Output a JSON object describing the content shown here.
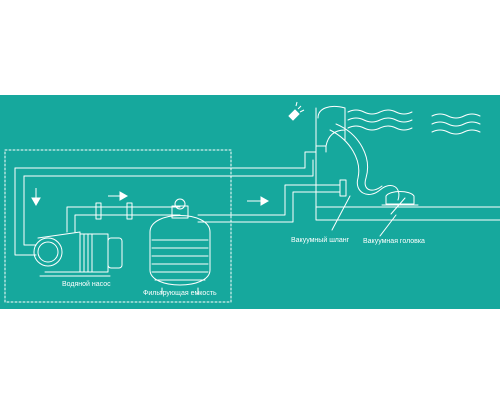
{
  "colors": {
    "background": "#ffffff",
    "band": "#16a89d",
    "line": "#ffffff"
  },
  "labels": {
    "water_pump": "Водяной насос",
    "filter_tank": "Фильтрующая емкость",
    "vacuum_hose": "Вакуумный шланг",
    "vacuum_head": "Вакуумная головка"
  },
  "icons": [
    "flow-arrow-icon",
    "spray-icon",
    "wave-icon"
  ]
}
